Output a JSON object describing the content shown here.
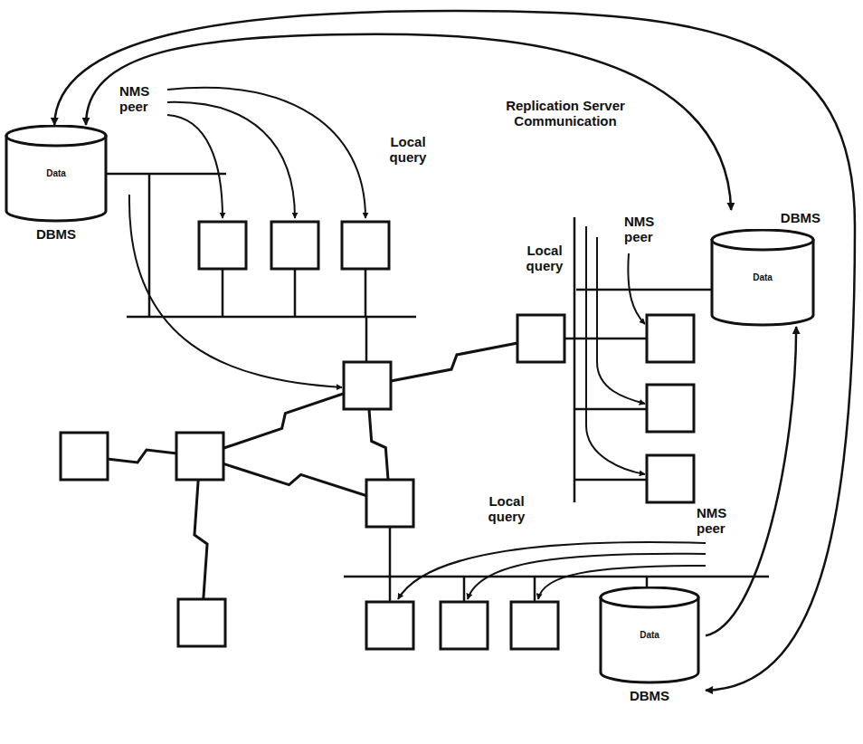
{
  "diagram": {
    "nodes": [
      {
        "text": [
          "Data",
          "DBMS"
        ]
      },
      {
        "text": [
          "Data",
          "DBMS"
        ]
      },
      {
        "text": [
          "Data",
          "DBMS"
        ]
      }
    ],
    "edges": [
      {
        "from": 0,
        "to": 1,
        "arrow": "both"
      },
      {
        "from": 0,
        "to": 2,
        "arrow": "both"
      },
      {
        "from": 2,
        "to": 1,
        "arrow": "to"
      }
    ],
    "labels": [
      "NMS peer",
      "Local query",
      "Replication Server Communication",
      "NMS peer",
      "Local query",
      "Local query",
      "NMS peer"
    ]
  }
}
